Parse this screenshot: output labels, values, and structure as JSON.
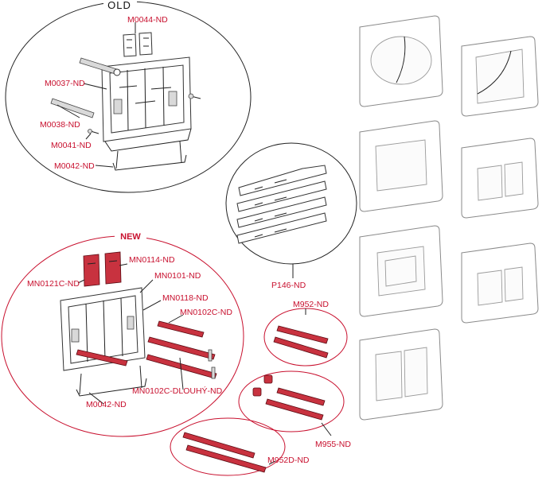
{
  "diagram": {
    "headers": {
      "old": "OLD",
      "new": "NEW"
    },
    "labels": {
      "m0044": "M0044-ND",
      "m0037": "M0037-ND",
      "m0038": "M0038-ND",
      "m0041": "M0041-ND",
      "m0042_old": "M0042-ND",
      "p146": "P146-ND",
      "mn0114": "MN0114-ND",
      "mn0121c": "MN0121C-ND",
      "mn0101": "MN0101-ND",
      "mn0118": "MN0118-ND",
      "mn0102c": "MN0102C-ND",
      "mn0102c_long": "MN0102C-DLOUHÝ-ND",
      "m0042_new": "M0042-ND",
      "m952": "M952-ND",
      "m955": "M955-ND",
      "m952d": "M952D-ND"
    },
    "colors": {
      "accent": "#c8102e",
      "outline": "#222222",
      "plate": "#8a8a8a"
    }
  }
}
